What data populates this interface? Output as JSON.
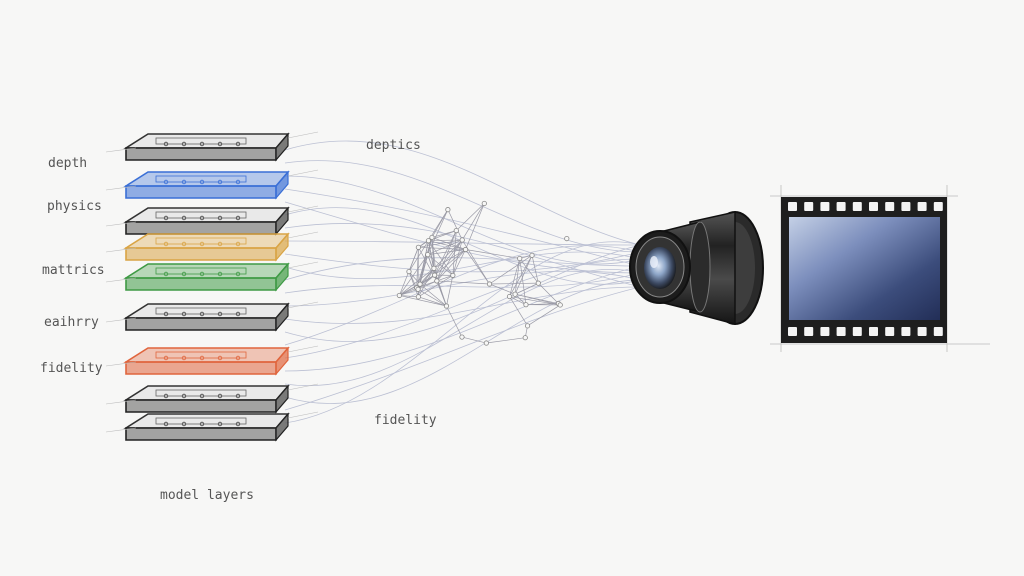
{
  "illustration": {
    "title": "AI model layers to camera to film",
    "style": "pencil sketch",
    "layer_labels": [
      "depth",
      "physics",
      "mattrics",
      "eaihrry",
      "fidelity"
    ],
    "center_labels": {
      "top": "deptics",
      "bottom": "fidelity"
    },
    "stack_caption": "model layers",
    "layers": [
      {
        "name": "top-plate",
        "color": "#6c6c6c"
      },
      {
        "name": "blue-plate",
        "color": "#3a6fd6"
      },
      {
        "name": "gray-plate-1",
        "color": "#6c6c6c"
      },
      {
        "name": "orange-plate",
        "color": "#d9a445"
      },
      {
        "name": "green-plate",
        "color": "#3f9a45"
      },
      {
        "name": "gray-plate-2",
        "color": "#6c6c6c"
      },
      {
        "name": "red-plate",
        "color": "#e0653d"
      },
      {
        "name": "gray-plate-3",
        "color": "#6c6c6c"
      },
      {
        "name": "gray-plate-4",
        "color": "#6c6c6c"
      }
    ],
    "colors": {
      "background": "#f7f7f6",
      "line": "#a8aec8",
      "film": "#2b3b66"
    }
  }
}
